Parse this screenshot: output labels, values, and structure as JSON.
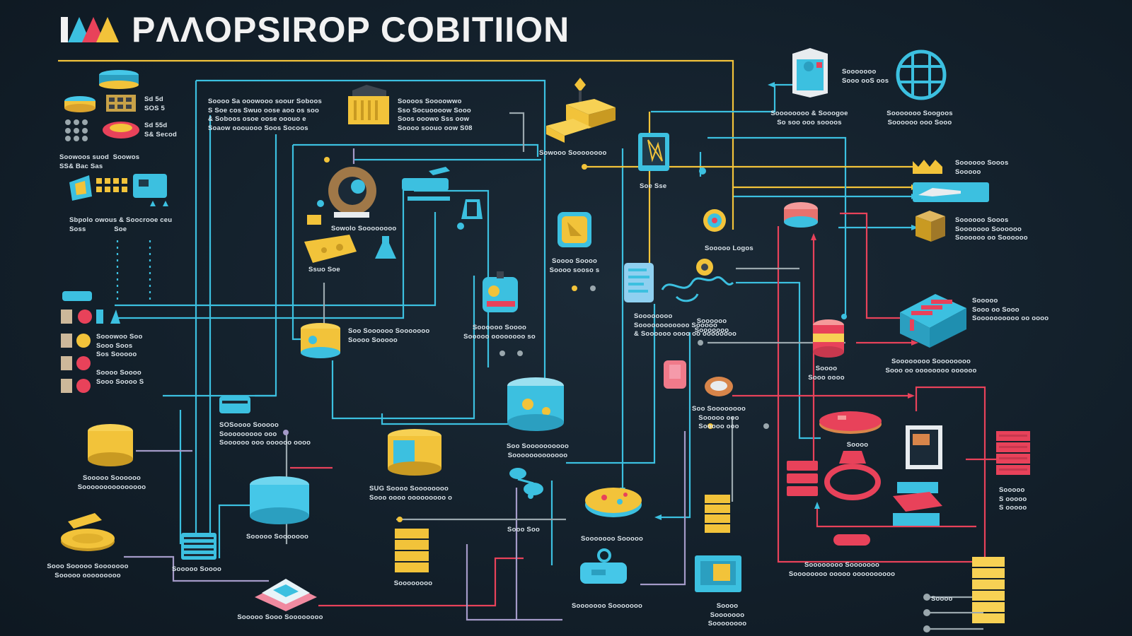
{
  "title": "PΛΛOPSIROP COBITIION",
  "colors": {
    "background": "#13202b",
    "cyan": "#3cc0e0",
    "yellow": "#f2c33a",
    "red": "#e8425a",
    "lavender": "#a49ac8",
    "gray": "#9aa7ad"
  },
  "labels": {
    "l1": "Sd 5d\nSOS 5",
    "l2": "Sd 55d\nS& Secod",
    "l3": "Soowoos suod  Soowos\nSS& Bac Sas",
    "l4": "Sbpolo owous & Soocrooe ceu\nSoss              Soe",
    "l5": "Soooo Sa ooowooo soour Soboos\nS Soe cos Swuo oose aoo os soo\n& Soboos osoe oose ooouo e\nSoaow ooouooo Soos Socoos",
    "l6": "Soooos Soooowwo\nSso Socuoooow Sooo\nSoos ooowo Sss oow\nSoooo soouo oow S08",
    "l7": "Sowooo Soooooooo",
    "l8": "Sowolo Soooooooo",
    "l9": "Ssuo Soe",
    "l10": "Soooo Soooo\nSoooo sooso s",
    "l11": "Soe Sse",
    "l12": "Sooowoo Soo\nSooo Soos\nSos Sooooo",
    "l13": "Soooo Soooo\nSooo Soooo S",
    "l14": "Sooooooo\nSooo ooS oos",
    "l15": "Soooooooo & Sooogoe\nSo soo ooo soooos",
    "l16": "Sooooooo Soogoos\nSoooooo ooo Sooo",
    "l17": "Soooooo Sooos\nSooooo",
    "l18": "Soooooo Sooos\nSooooooo Soooooo\nSoooooo oo Soooooo",
    "l19": "Sooooo Logos",
    "l20": "Sooooo\nSooo oo Sooo\nSoooooooooo oo oooo",
    "l21": "Soooooooo Soooooooo\nSooo oo oooooooo oooooo",
    "l22": "Soooo\nSooo oooo",
    "l23": "Soooooooo\nSoooooooooooo Sooooo\n& Soooooo oooo oo oooooooo",
    "l24": "Soooooo Soooo\nSooooo oooooooo so",
    "l25": "Soo Soooooo Sooooooo\nSoooo Sooooo",
    "l26": "Soo Soooooooo\nSooooo ooo\nSooooo ooo",
    "l27": "Sooooo Soooooo\nSooooooooooooooo",
    "l28": "SOSoooo Sooooo\nSooooooooo ooo\nSoooooo ooo oooooo oooo",
    "l29": "Soo Soooooooooo\nSooooooooooooo",
    "l30": "SUG Soooo Soooooooo\nSooo oooo ooooooooo o",
    "l31": "Sooooo Sooooooo",
    "l32": "Sooo Sooooo Sooooooo\nSooooo ooooooooo",
    "l33": "Sooooo Soooo",
    "l34": "Soooooooo",
    "l35": "Sooooooo Sooooo",
    "l36": "Sooooooo Sooooooo",
    "l37": "Sooooo Sooo Soooooooo",
    "l38": "Soooooooo Sooooooo\nSoooooooo ooooo oooooooooo",
    "l39": "Soooo\nSooooooo\nSoooooooo",
    "l40": "Sooooo\nS ooooo\nS ooooo",
    "l41": "Soooo",
    "l42": "Sooo Soo",
    "l43": "Soooo",
    "l44": "Soooooo\nSooooooo"
  }
}
